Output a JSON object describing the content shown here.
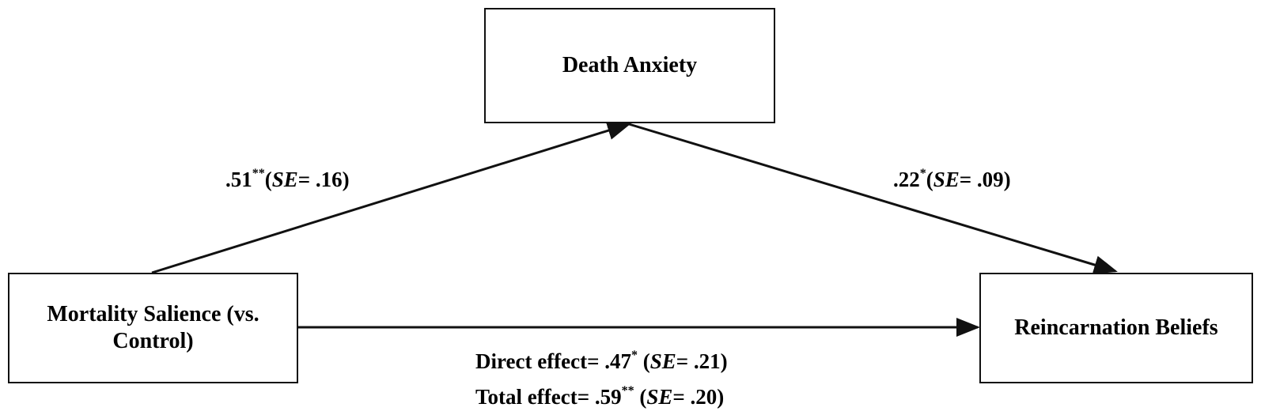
{
  "nodes": {
    "mediator": "Death Anxiety",
    "predictor_line1": "Mortality Salience (vs.",
    "predictor_line2": "Control)",
    "outcome": "Reincarnation Beliefs"
  },
  "paths": {
    "a": {
      "coef": ".51",
      "sig": "**",
      "se_label": "SE",
      "se_value": "= .16)"
    },
    "b": {
      "coef": ".22",
      "sig": "*",
      "se_label": "SE",
      "se_value": "= .09)"
    },
    "direct": {
      "prefix": "Direct effect= .47",
      "sig": "*",
      "se_label": "SE",
      "se_value": "= .21)"
    },
    "total": {
      "prefix": "Total effect= .59",
      "sig": "**",
      "se_label": "SE",
      "se_value": "= .20)"
    }
  },
  "colors": {
    "stroke": "#111111"
  }
}
